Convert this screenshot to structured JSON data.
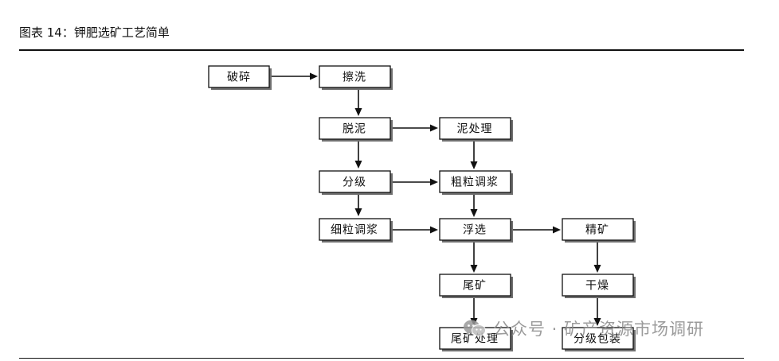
{
  "figure": {
    "title": "图表 14：钾肥选矿工艺简单"
  },
  "diagram": {
    "nodes": {
      "crush": "破碎",
      "scrub": "擦洗",
      "deslime": "脱泥",
      "slime_treatment": "泥处理",
      "classify": "分级",
      "coarse_conditioning": "粗粒调浆",
      "fine_conditioning": "细粒调浆",
      "flotation": "浮选",
      "concentrate": "精矿",
      "tailings": "尾矿",
      "drying": "干燥",
      "tailings_treatment": "尾矿处理",
      "grading_packaging": "分级包装"
    },
    "edges": [
      [
        "crush",
        "scrub"
      ],
      [
        "scrub",
        "deslime"
      ],
      [
        "deslime",
        "slime_treatment"
      ],
      [
        "deslime",
        "classify"
      ],
      [
        "slime_treatment",
        "coarse_conditioning"
      ],
      [
        "classify",
        "coarse_conditioning"
      ],
      [
        "classify",
        "fine_conditioning"
      ],
      [
        "coarse_conditioning",
        "flotation"
      ],
      [
        "fine_conditioning",
        "flotation"
      ],
      [
        "flotation",
        "concentrate"
      ],
      [
        "flotation",
        "tailings"
      ],
      [
        "concentrate",
        "drying"
      ],
      [
        "tailings",
        "tailings_treatment"
      ],
      [
        "drying",
        "grading_packaging"
      ]
    ]
  },
  "watermark": {
    "icon": "wechat-icon",
    "text": "公众号 · 矿产资源市场调研",
    "color": "#8a8a8a"
  }
}
